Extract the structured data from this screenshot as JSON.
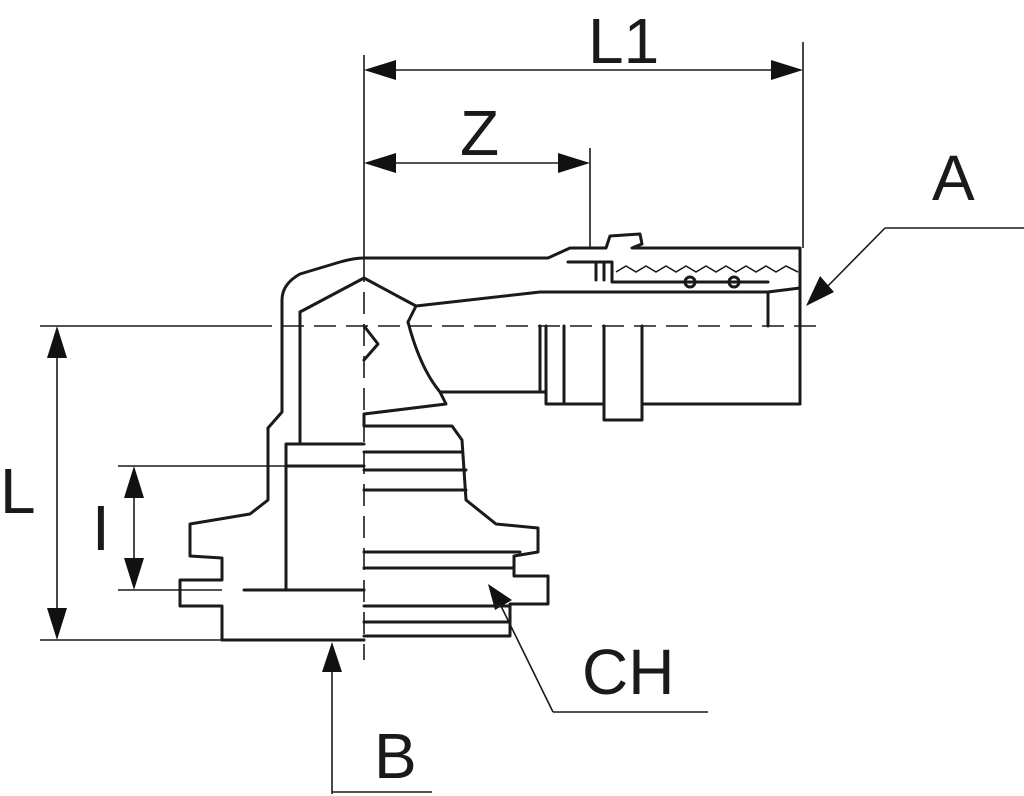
{
  "labels": {
    "l1": "L1",
    "z": "Z",
    "a": "A",
    "l": "L",
    "i": "I",
    "ch": "CH",
    "b": "B"
  },
  "colors": {
    "line": "#1a1a1a",
    "background": "#ffffff"
  }
}
